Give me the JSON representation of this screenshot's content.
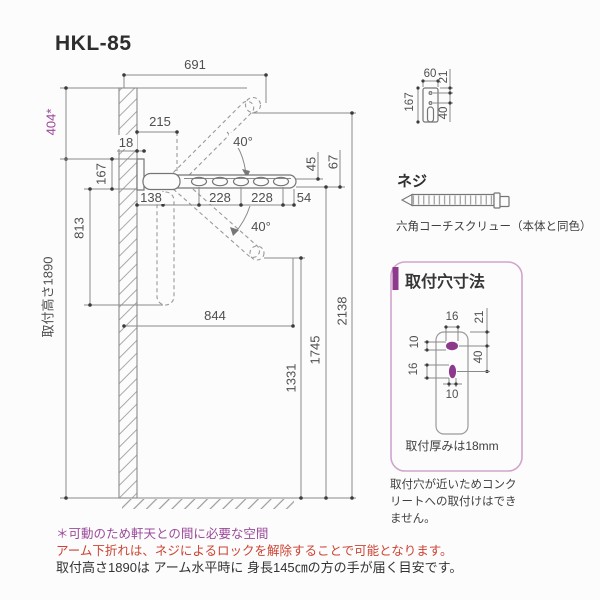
{
  "title": "HKL-85",
  "colors": {
    "accent_purple": "#9b4a9b",
    "hole_fill": "#8d3a8d",
    "box_border": "#d2a3cc",
    "red_note": "#cc4433",
    "line_gray": "#8a8a8a"
  },
  "main_view": {
    "mount_height_label": "取付高さ1890",
    "dims": {
      "top_width": "691",
      "soffit_gap": "404*",
      "pivot_offset": "215",
      "plate_thickness": "18",
      "bracket_height": "167",
      "seg_138": "138",
      "seg_228a": "228",
      "seg_228b": "228",
      "seg_54": "54",
      "tip_45": "45",
      "tip_67": "67",
      "angle_up": "40°",
      "angle_down": "40°",
      "fold_down_length": "813",
      "reach_844": "844",
      "h_1331": "1331",
      "h_1745": "1745",
      "h_2138": "2138"
    }
  },
  "side_view": {
    "dims": {
      "width": "60",
      "top_to_hole": "21",
      "height": "167",
      "hole_pitch": "40"
    }
  },
  "screw_section": {
    "heading": "ネジ",
    "caption": "六角コーチスクリュー（本体と同色）"
  },
  "hole_box": {
    "title": "取付穴寸法",
    "dims": {
      "top_hole_w": "16",
      "top_offset": "21",
      "top_hole_h": "10",
      "hole_pitch": "40",
      "bottom_hole_h": "16",
      "bottom_hole_w": "10"
    },
    "thickness_note": "取付厚みは18mm",
    "warning_lines": [
      "取付穴が近いためコンク",
      "リートへの取付けはでき",
      "ません。"
    ]
  },
  "footnotes": {
    "note_space": "＊可動のため軒天との間に必要な空間",
    "note_fold": "アーム下折れは、ネジによるロックを解除することで可能となります。",
    "note_height": "取付高さ1890は アーム水平時に 身長145㎝の方の手が届く目安です。"
  }
}
